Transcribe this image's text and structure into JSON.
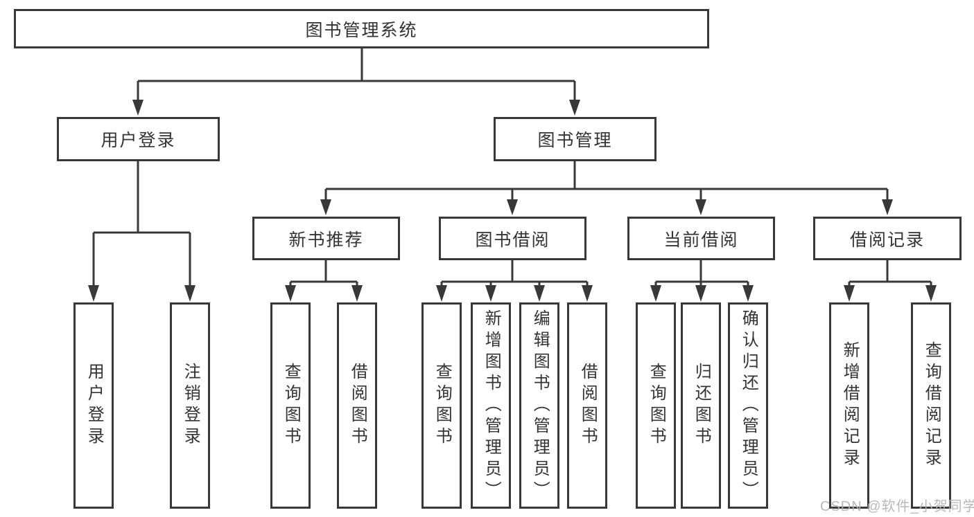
{
  "diagram": {
    "root": {
      "label": "图书管理系统"
    },
    "level2": [
      {
        "label": "用户登录"
      },
      {
        "label": "图书管理"
      }
    ],
    "level3": [
      {
        "label": "新书推荐"
      },
      {
        "label": "图书借阅"
      },
      {
        "label": "当前借阅"
      },
      {
        "label": "借阅记录"
      }
    ],
    "leaves": [
      {
        "label": "用户登录"
      },
      {
        "label": "注销登录"
      },
      {
        "label": "查询图书"
      },
      {
        "label": "借阅图书"
      },
      {
        "label": "查询图书"
      },
      {
        "label": "新增图书（管理员）"
      },
      {
        "label": "编辑图书（管理员）"
      },
      {
        "label": "借阅图书"
      },
      {
        "label": "查询图书"
      },
      {
        "label": "归还图书"
      },
      {
        "label": "确认归还（管理员）"
      },
      {
        "label": "新增借阅记录"
      },
      {
        "label": "查询借阅记录"
      }
    ]
  },
  "watermark": "CSDN @软件_小贺同学",
  "colors": {
    "line": "#383838",
    "text": "#333333",
    "watermark": "#b3b3b3",
    "background": "#ffffff"
  }
}
